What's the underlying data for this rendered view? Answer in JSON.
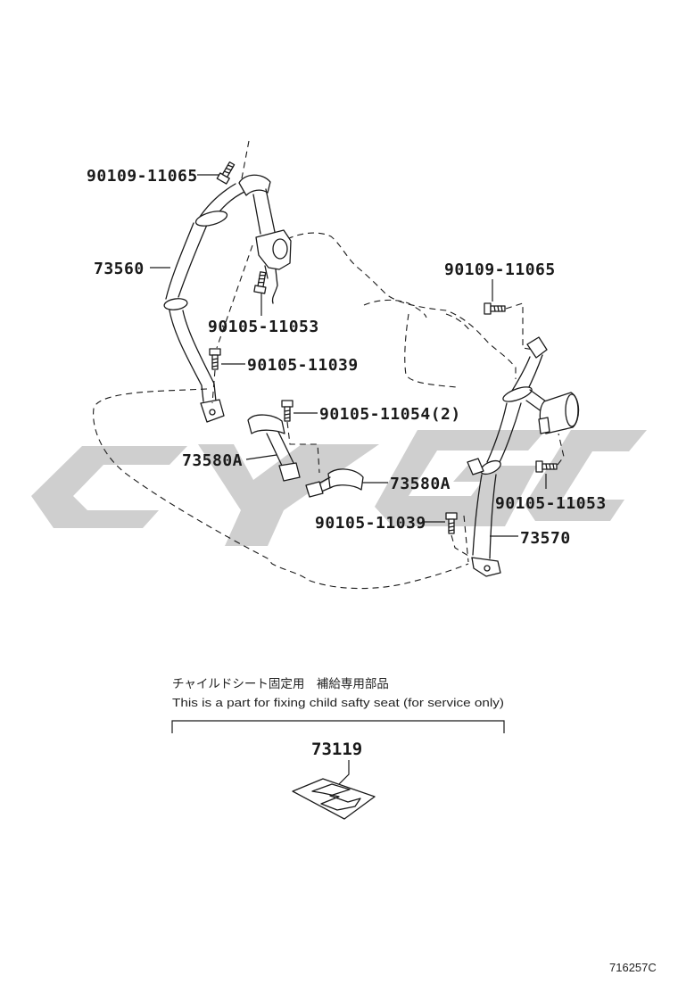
{
  "callouts": {
    "bolt_upper_left": "90109-11065",
    "belt_left": "73560",
    "bolt_retractor_left": "90105-11053",
    "bolt_lower_left": "90105-11039",
    "bolt_upper_right": "90109-11065",
    "bolt_buckle": "90105-11054(2)",
    "buckle_left": "73580A",
    "buckle_right": "73580A",
    "bolt_retractor_right": "90105-11053",
    "bolt_lower_center": "90105-11039",
    "belt_right": "73570"
  },
  "note": {
    "japanese": "チャイルドシート固定用　補給専用部品",
    "english": "This is a part for fixing child safty seat (for service only)"
  },
  "inset_part": "73119",
  "figure_id": "716257C",
  "colors": {
    "line": "#1a1a1a",
    "watermark": "#cfcfcf"
  }
}
